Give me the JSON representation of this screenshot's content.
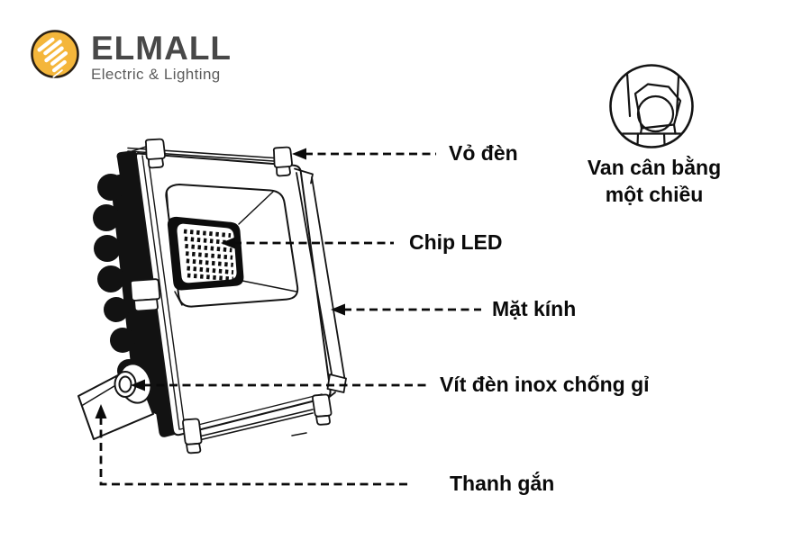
{
  "brand": {
    "name": "ELMALL",
    "tagline": "Electric & Lighting"
  },
  "labels": {
    "vo_den": "Vỏ đèn",
    "chip_led": "Chip LED",
    "mat_kinh": "Mặt kính",
    "vit_den": "Vít đèn inox chống gỉ",
    "thanh_gan": "Thanh gắn",
    "van_line1": "Van cân bằng",
    "van_line2": "một chiều"
  },
  "colors": {
    "background": "#FFFFFF",
    "line_ink": "#141414",
    "arrow_ink": "#0A0A0A",
    "brand_yellow": "#F4B63B",
    "logo_outline": "#2B2115",
    "brand_text": "#484848",
    "tagline_text": "#5C5C5C"
  }
}
